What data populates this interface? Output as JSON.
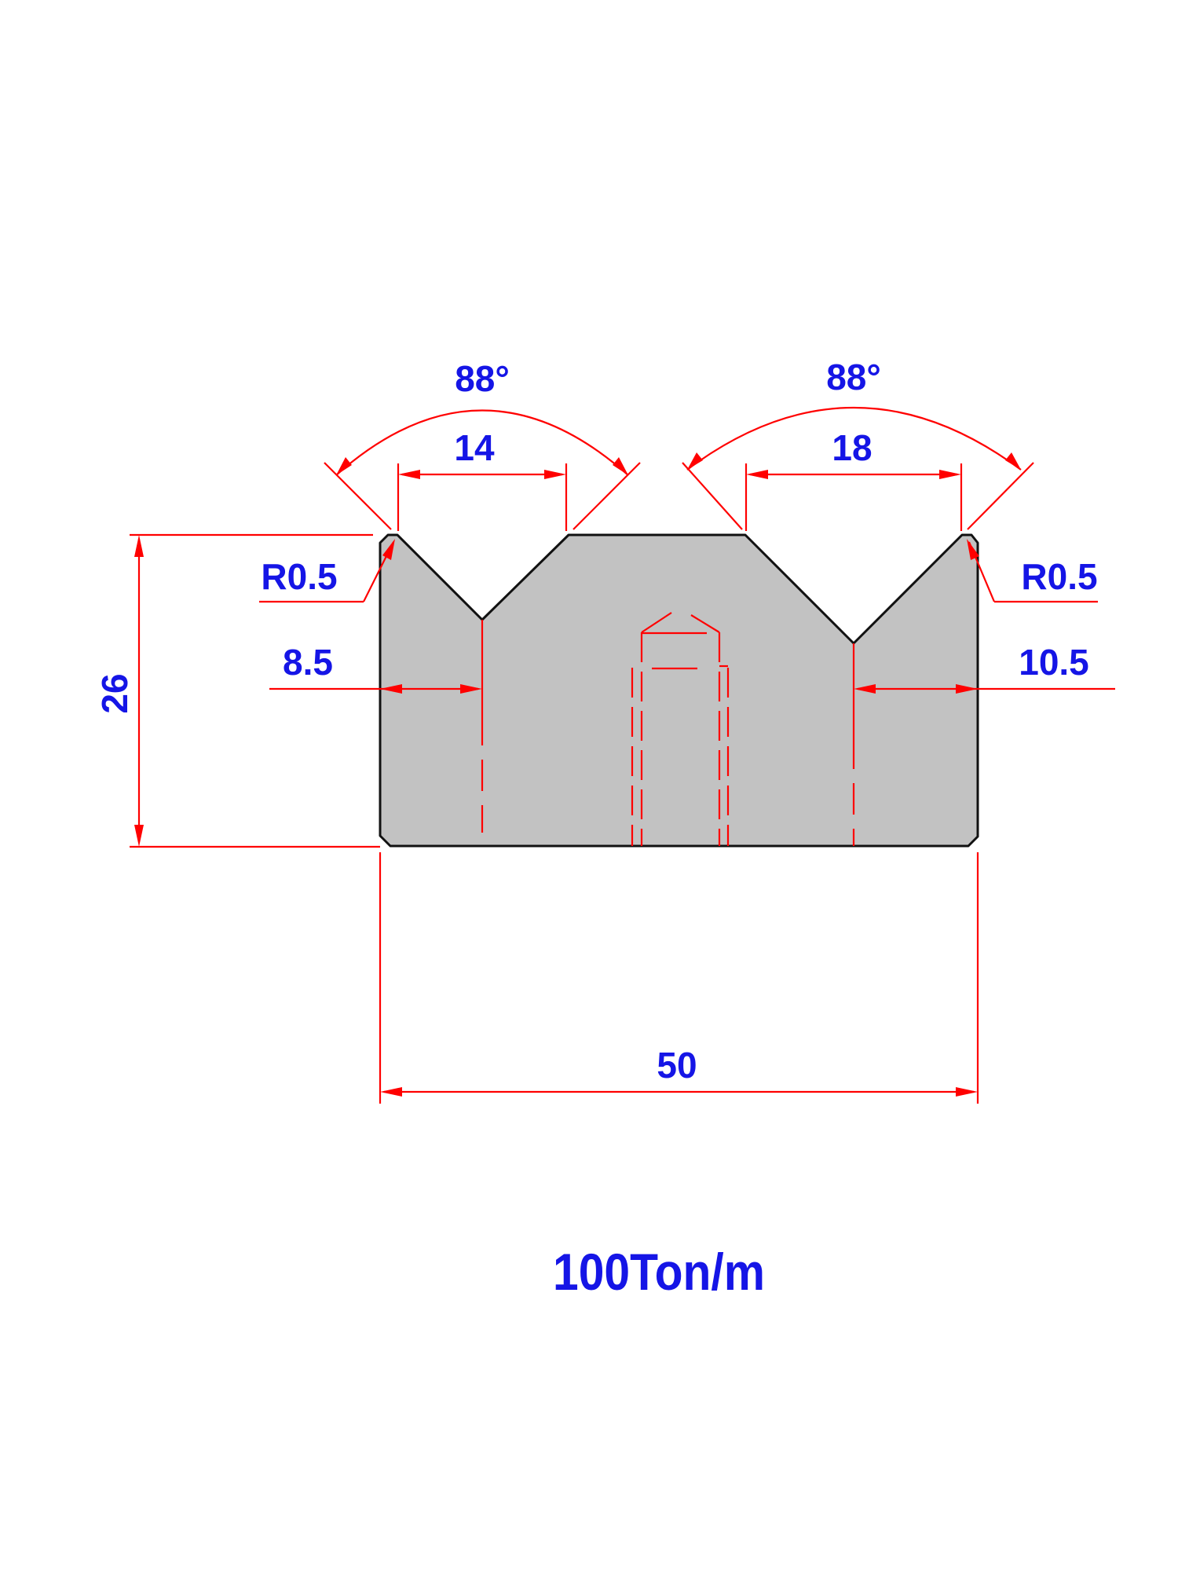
{
  "drawing": {
    "colors": {
      "dimension": "#ff0000",
      "text": "#1515e6",
      "body_fill": "#c2c2c2",
      "outline": "#111111"
    },
    "labels": {
      "angle_left": "88°",
      "angle_right": "88°",
      "width_left_v": "14",
      "width_right_v": "18",
      "radius_left": "R0.5",
      "radius_right": "R0.5",
      "offset_left": "8.5",
      "offset_right": "10.5",
      "height": "26",
      "total_width": "50"
    },
    "capacity": "100Ton/m"
  }
}
